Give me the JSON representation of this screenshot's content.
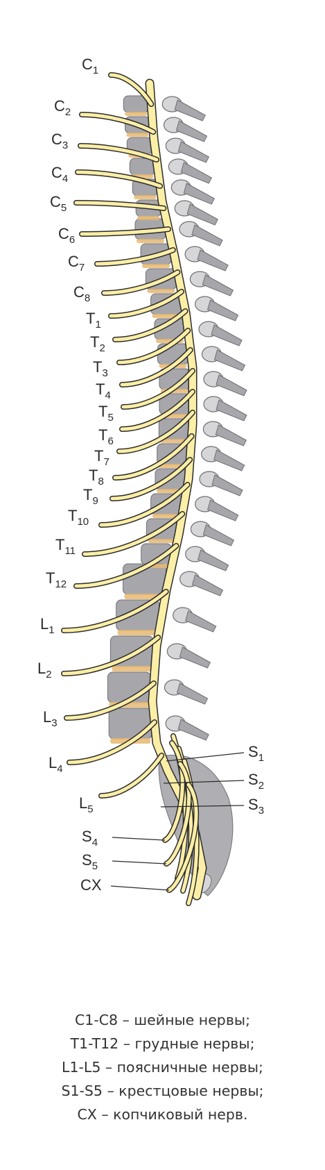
{
  "nerve_labels": [
    {
      "letter": "C",
      "sub": "1"
    },
    {
      "letter": "C",
      "sub": "2"
    },
    {
      "letter": "C",
      "sub": "3"
    },
    {
      "letter": "C",
      "sub": "4"
    },
    {
      "letter": "C",
      "sub": "5"
    },
    {
      "letter": "C",
      "sub": "6"
    },
    {
      "letter": "C",
      "sub": "7"
    },
    {
      "letter": "C",
      "sub": "8"
    },
    {
      "letter": "T",
      "sub": "1"
    },
    {
      "letter": "T",
      "sub": "2"
    },
    {
      "letter": "T",
      "sub": "3"
    },
    {
      "letter": "T",
      "sub": "4"
    },
    {
      "letter": "T",
      "sub": "5"
    },
    {
      "letter": "T",
      "sub": "6"
    },
    {
      "letter": "T",
      "sub": "7"
    },
    {
      "letter": "T",
      "sub": "8"
    },
    {
      "letter": "T",
      "sub": "9"
    },
    {
      "letter": "T",
      "sub": "10"
    },
    {
      "letter": "T",
      "sub": "11"
    },
    {
      "letter": "T",
      "sub": "12"
    },
    {
      "letter": "L",
      "sub": "1"
    },
    {
      "letter": "L",
      "sub": "2"
    },
    {
      "letter": "L",
      "sub": "3"
    },
    {
      "letter": "L",
      "sub": "4"
    },
    {
      "letter": "L",
      "sub": "5"
    },
    {
      "letter": "S",
      "sub": "1"
    },
    {
      "letter": "S",
      "sub": "2"
    },
    {
      "letter": "S",
      "sub": "3"
    },
    {
      "letter": "S",
      "sub": "4"
    },
    {
      "letter": "S",
      "sub": "5"
    },
    {
      "letter": "CX",
      "sub": ""
    }
  ],
  "legend": [
    "C1-C8 – шейные нервы;",
    "T1-T12 – грудные нервы;",
    "L1-L5 – поясничные нервы;",
    "S1-S5 – крестцовые нервы;",
    "CX – копчиковый нерв."
  ],
  "colors": {
    "nerve_fill": "#fbeea6",
    "nerve_outline": "#2b2b2b",
    "bone": "#a7a7ab",
    "bone_dark": "#6f6f74",
    "bone_light": "#d6d6d9",
    "disc": "#e8b971",
    "text": "#2a2a2a"
  }
}
